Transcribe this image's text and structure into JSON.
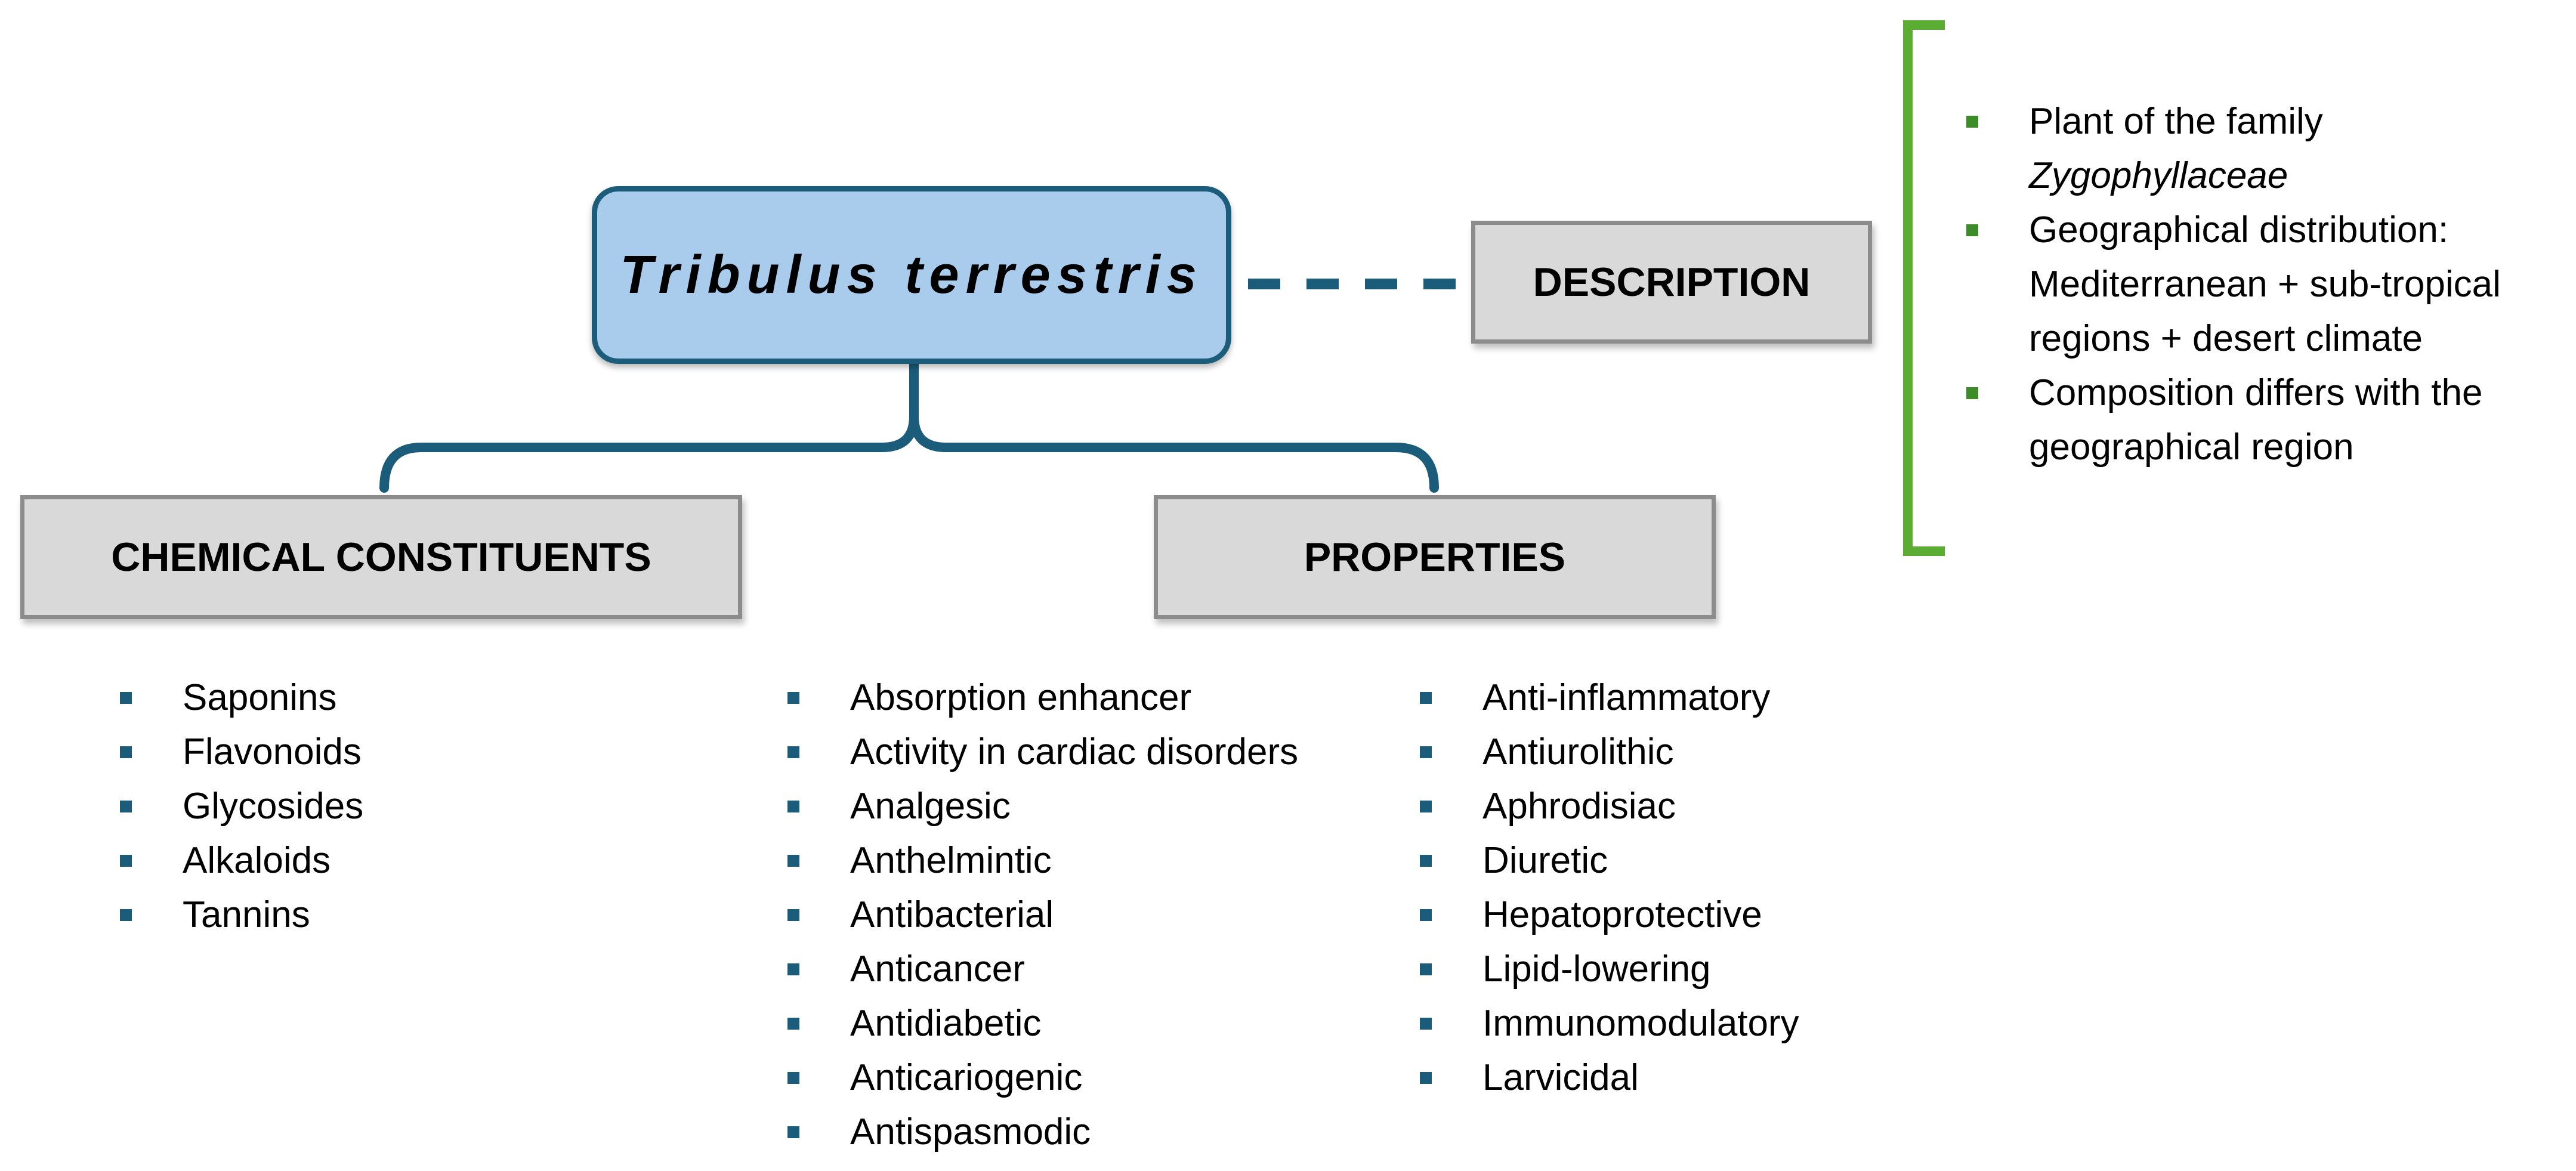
{
  "root": {
    "label": "Tribulus terrestris"
  },
  "description": {
    "label": "DESCRIPTION",
    "items": [
      {
        "line1": "Plant of the family",
        "line2": "Zygophyllaceae"
      },
      {
        "line1": "Geographical distribution:",
        "line2": "Mediterranean + sub-tropical",
        "line3": "regions + desert climate"
      },
      {
        "line1": "Composition differs with the",
        "line2": "geographical region"
      }
    ]
  },
  "chemical_constituents": {
    "label": "CHEMICAL CONSTITUENTS",
    "items": [
      "Saponins",
      "Flavonoids",
      "Glycosides",
      "Alkaloids",
      "Tannins"
    ]
  },
  "properties": {
    "label": "PROPERTIES",
    "column1": [
      "Absorption enhancer",
      "Activity in cardiac disorders",
      "Analgesic",
      "Anthelmintic",
      "Antibacterial",
      "Anticancer",
      "Antidiabetic",
      "Anticariogenic",
      "Antispasmodic"
    ],
    "column2": [
      "Anti-inflammatory",
      "Antiurolithic",
      "Aphrodisiac",
      "Diuretic",
      "Hepatoprotective",
      "Lipid-lowering",
      "Immunomodulatory",
      "Larvicidal"
    ]
  },
  "colors": {
    "connector": "#1b5c7a",
    "root_fill": "#a9cbec",
    "box_fill": "#d9d9d9",
    "box_border": "#8c8c8c",
    "description_bracket": "#5aac32",
    "description_bullet": "#3d8c2a",
    "list_bullet": "#1b5c7a"
  }
}
